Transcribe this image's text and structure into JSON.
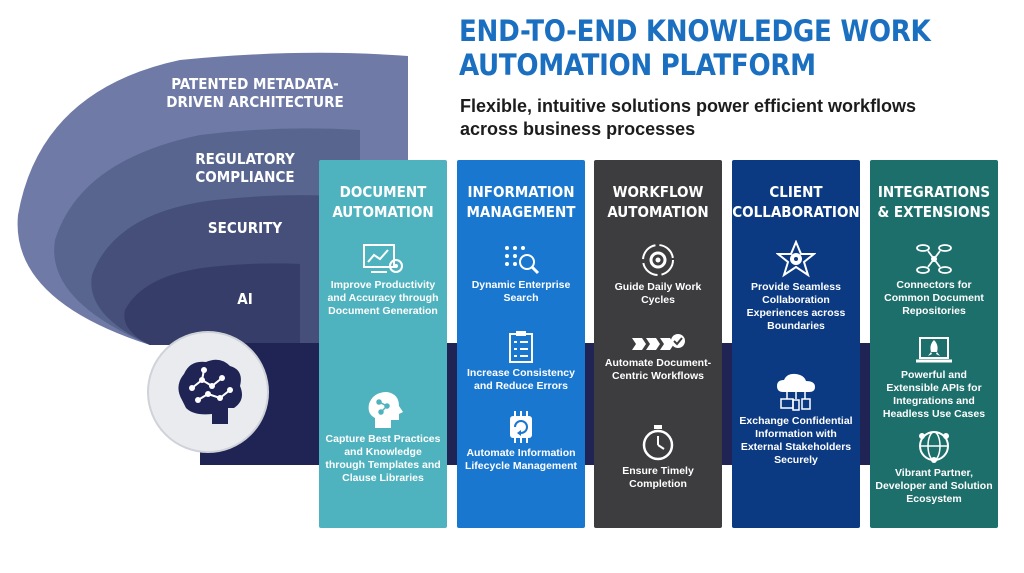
{
  "header": {
    "title": "END-TO-END KNOWLEDGE WORK AUTOMATION PLATFORM",
    "subtitle": "Flexible, intuitive solutions power efficient workflows across business processes"
  },
  "layers": [
    {
      "label": "PATENTED METADATA-DRIVEN ARCHITECTURE",
      "color": "#6f7ba6"
    },
    {
      "label": "REGULATORY COMPLIANCE",
      "color": "#58658f"
    },
    {
      "label": "SECURITY",
      "color": "#454f7a"
    },
    {
      "label": "AI",
      "color": "#363d68"
    }
  ],
  "core_icon": "brain-circuit-icon",
  "columns": [
    {
      "title": "DOCUMENT AUTOMATION",
      "color": "#4fb3bf",
      "items": [
        {
          "icon": "chart-gear-icon",
          "text": "Improve Productivity and Accuracy through Document Generation"
        },
        {
          "icon": "head-network-icon",
          "text": "Capture Best Practices and Knowledge through Templates and Clause Libraries"
        }
      ]
    },
    {
      "title": "INFORMATION MANAGEMENT",
      "color": "#1a77cf",
      "items": [
        {
          "icon": "search-dots-icon",
          "text": "Dynamic Enterprise Search"
        },
        {
          "icon": "checklist-icon",
          "text": "Increase Consistency and Reduce Errors"
        },
        {
          "icon": "chip-refresh-icon",
          "text": "Automate Information Lifecycle Management"
        }
      ]
    },
    {
      "title": "WORKFLOW AUTOMATION",
      "color": "#3d3d3f",
      "items": [
        {
          "icon": "cycle-gear-icon",
          "text": "Guide Daily Work Cycles"
        },
        {
          "icon": "chevron-check-icon",
          "text": "Automate Document-Centric Workflows"
        },
        {
          "icon": "stopwatch-icon",
          "text": "Ensure Timely Completion"
        }
      ]
    },
    {
      "title": "CLIENT COLLABORATION",
      "color": "#0b3a82",
      "items": [
        {
          "icon": "star-network-icon",
          "text": "Provide Seamless Collaboration Experiences across Boundaries"
        },
        {
          "icon": "cloud-devices-icon",
          "text": "Exchange Confidential Information with External Stakeholders Securely"
        }
      ]
    },
    {
      "title": "INTEGRATIONS & EXTENSIONS",
      "color": "#1d6f6c",
      "items": [
        {
          "icon": "database-network-icon",
          "text": "Connectors for Common Document Repositories"
        },
        {
          "icon": "laptop-rocket-icon",
          "text": "Powerful and Extensible APIs for Integrations and Headless Use Cases"
        },
        {
          "icon": "globe-network-icon",
          "text": "Vibrant Partner, Developer and Solution Ecosystem"
        }
      ]
    }
  ]
}
